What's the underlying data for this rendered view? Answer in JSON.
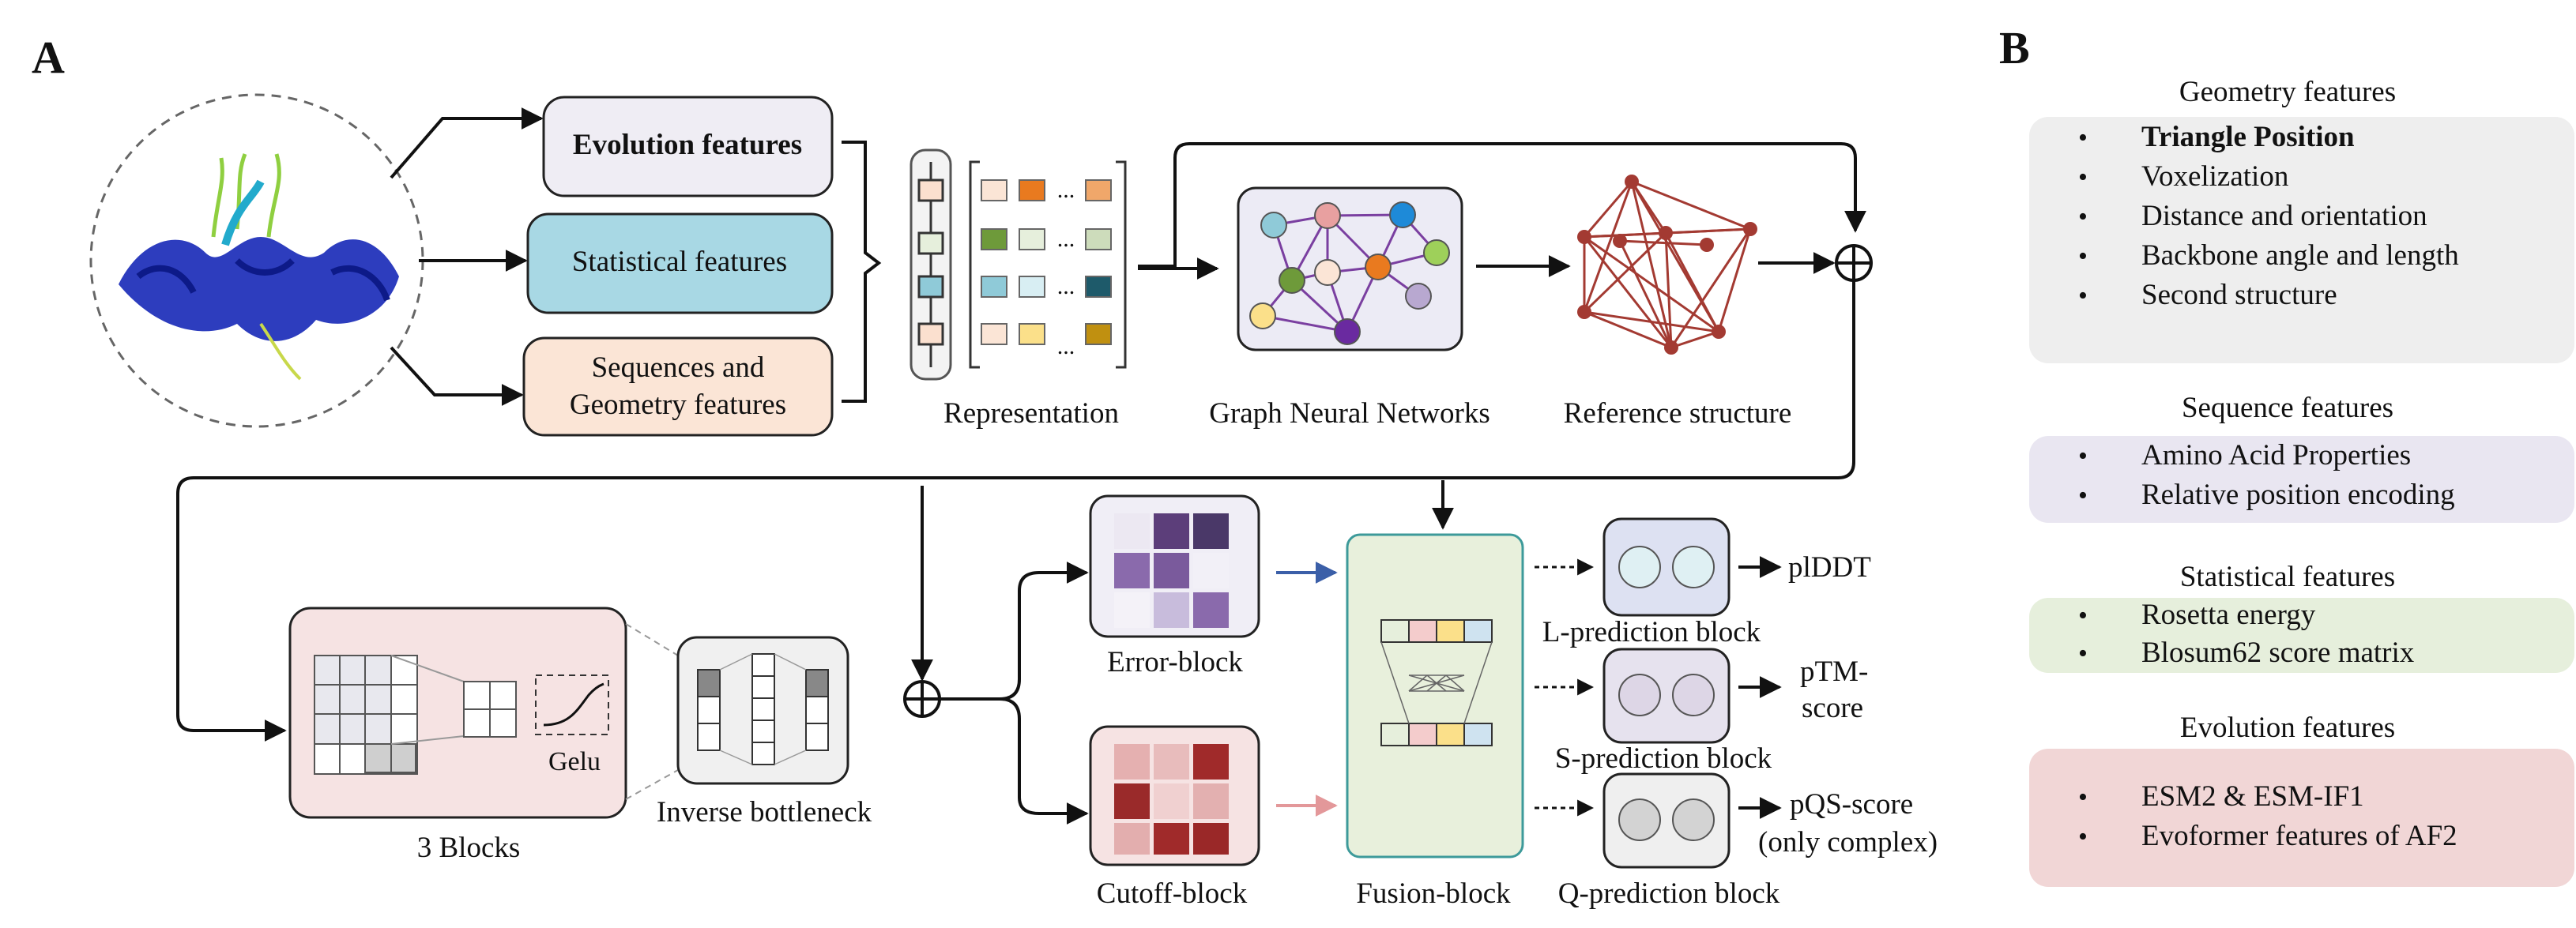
{
  "panel_a": {
    "letter": "A",
    "inputs": {
      "evolution": "Evolution features",
      "statistical": "Statistical features",
      "seq_geo_line1": "Sequences and",
      "seq_geo_line2": "Geometry features"
    },
    "representation": "Representation",
    "ellipsis": "...",
    "gnn": "Graph Neural Networks",
    "reference": "Reference structure",
    "blocks_label": "3 Blocks",
    "gelu": "Gelu",
    "bottleneck": "Inverse bottleneck",
    "error_block": "Error-block",
    "cutoff_block": "Cutoff-block",
    "fusion_block": "Fusion-block",
    "l_pred": "L-prediction block",
    "s_pred": "S-prediction block",
    "q_pred": "Q-prediction block",
    "out_plddt": "plDDT",
    "out_ptm_1": "pTM-",
    "out_ptm_2": "score",
    "out_pqs_1": "pQS-score",
    "out_pqs_2": "(only complex)"
  },
  "panel_b": {
    "letter": "B",
    "groups": [
      {
        "title": "Geometry features",
        "color": "#eeeeee",
        "items": [
          "Triangle Position",
          "Voxelization",
          "Distance and orientation",
          "Backbone angle and length",
          "Second structure"
        ]
      },
      {
        "title": "Sequence features",
        "color": "#e9e6f1",
        "items": [
          "Amino Acid Properties",
          "Relative position encoding"
        ]
      },
      {
        "title": "Statistical features",
        "color": "#e6efdc",
        "items": [
          "Rosetta energy",
          "Blosum62 score matrix"
        ]
      },
      {
        "title": "Evolution features",
        "color": "#f1d6d6",
        "items": [
          "ESM2 & ESM-IF1",
          "Evoformer features of AF2"
        ]
      }
    ]
  },
  "colors": {
    "evolution_box": "#efedf4",
    "statistical_box": "#a8d8e4",
    "seqgeo_box": "#fbe5d6",
    "gnn_box": "#ecebf5",
    "blocks_box": "#f6e3e3",
    "fusion_box": "#e8f0dc",
    "fusion_border": "#3d9a9a",
    "pred_l": "#dde1f2",
    "pred_s": "#e6e2ee",
    "pred_q": "#e9e9e9",
    "edge_gnn": "#7a3fa0",
    "edge_ref": "#a33a32",
    "arrow_blue": "#3b5fa8",
    "arrow_pink": "#e3989a"
  }
}
